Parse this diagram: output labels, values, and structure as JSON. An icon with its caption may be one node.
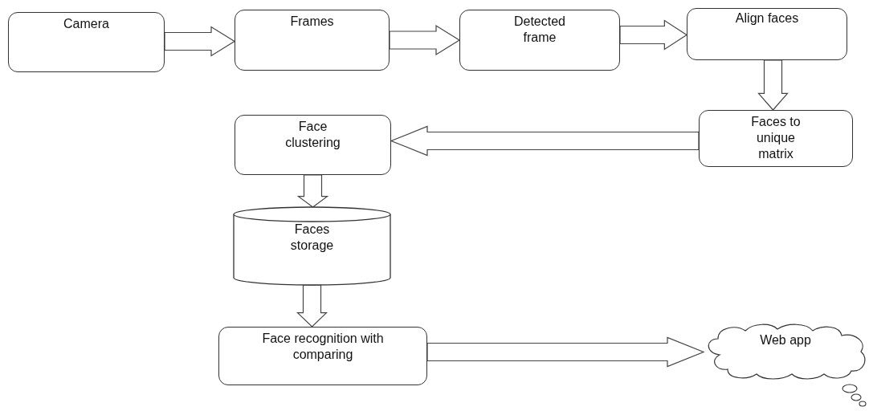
{
  "diagram": {
    "nodes": [
      {
        "text": [
          "Camera"
        ]
      },
      {
        "text": [
          "Frames"
        ]
      },
      {
        "text": [
          "Detected frame"
        ]
      },
      {
        "text": [
          "Align faces"
        ]
      },
      {
        "text": [
          "Faces to unique matrix"
        ]
      },
      {
        "text": [
          "Face clustering"
        ]
      },
      {
        "text": [
          "Faces storage"
        ]
      },
      {
        "text": [
          "Face recognition with comparing"
        ]
      },
      {
        "text": [
          "Web app"
        ]
      }
    ],
    "edges": [
      {
        "from": 0,
        "to": 1,
        "arrow": "to"
      },
      {
        "from": 1,
        "to": 2,
        "arrow": "to"
      },
      {
        "from": 2,
        "to": 3,
        "arrow": "to"
      },
      {
        "from": 3,
        "to": 4,
        "arrow": "to"
      },
      {
        "from": 4,
        "to": 5,
        "arrow": "to"
      },
      {
        "from": 5,
        "to": 6,
        "arrow": "to"
      },
      {
        "from": 6,
        "to": 7,
        "arrow": "to"
      },
      {
        "from": 7,
        "to": 8,
        "arrow": "to"
      }
    ]
  }
}
